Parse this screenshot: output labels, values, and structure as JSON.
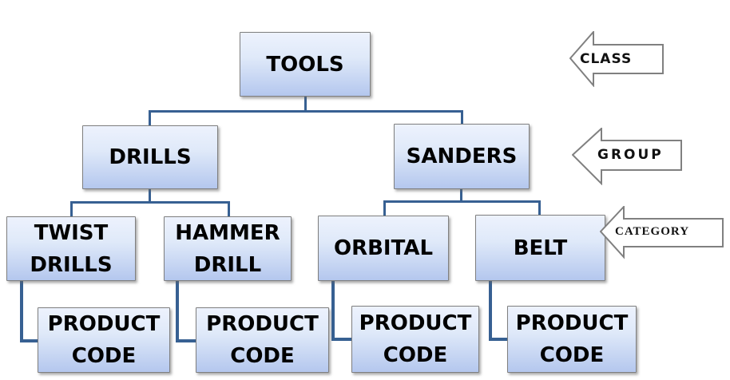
{
  "diagram": {
    "type": "hierarchy-tree",
    "background_color": "#ffffff",
    "node_fill_top": "#edf2fd",
    "node_fill_bottom": "#b4c7ee",
    "node_border_color": "#7f7f7f",
    "node_text_color": "#000000",
    "connector_color": "#376092",
    "arrow_fill": "#ffffff",
    "arrow_border_color": "#808080",
    "nodes": {
      "tools": {
        "lines": [
          "TOOLS"
        ]
      },
      "drills": {
        "lines": [
          "DRILLS"
        ]
      },
      "sanders": {
        "lines": [
          "SANDERS"
        ]
      },
      "twist_drills": {
        "lines": [
          "TWIST",
          "DRILLS"
        ]
      },
      "hammer_drill": {
        "lines": [
          "HAMMER",
          "DRILL"
        ]
      },
      "orbital": {
        "lines": [
          "ORBITAL"
        ]
      },
      "belt": {
        "lines": [
          "BELT"
        ]
      },
      "product_code_1": {
        "lines": [
          "PRODUCT",
          "CODE"
        ]
      },
      "product_code_2": {
        "lines": [
          "PRODUCT",
          "CODE"
        ]
      },
      "product_code_3": {
        "lines": [
          "PRODUCT",
          "CODE"
        ]
      },
      "product_code_4": {
        "lines": [
          "PRODUCT",
          "CODE"
        ]
      }
    },
    "hierarchy": [
      {
        "parent": "TOOLS",
        "children": [
          "DRILLS",
          "SANDERS"
        ]
      },
      {
        "parent": "DRILLS",
        "children": [
          "TWIST DRILLS",
          "HAMMER DRILL"
        ]
      },
      {
        "parent": "SANDERS",
        "children": [
          "ORBITAL",
          "BELT"
        ]
      },
      {
        "parent": "TWIST DRILLS",
        "children": [
          "PRODUCT CODE"
        ]
      },
      {
        "parent": "HAMMER DRILL",
        "children": [
          "PRODUCT CODE"
        ]
      },
      {
        "parent": "ORBITAL",
        "children": [
          "PRODUCT CODE"
        ]
      },
      {
        "parent": "BELT",
        "children": [
          "PRODUCT CODE"
        ]
      }
    ],
    "level_arrows": {
      "class": {
        "label": "CLASS"
      },
      "group": {
        "label": "GROUP"
      },
      "category": {
        "label": "CATEGORY"
      }
    }
  }
}
